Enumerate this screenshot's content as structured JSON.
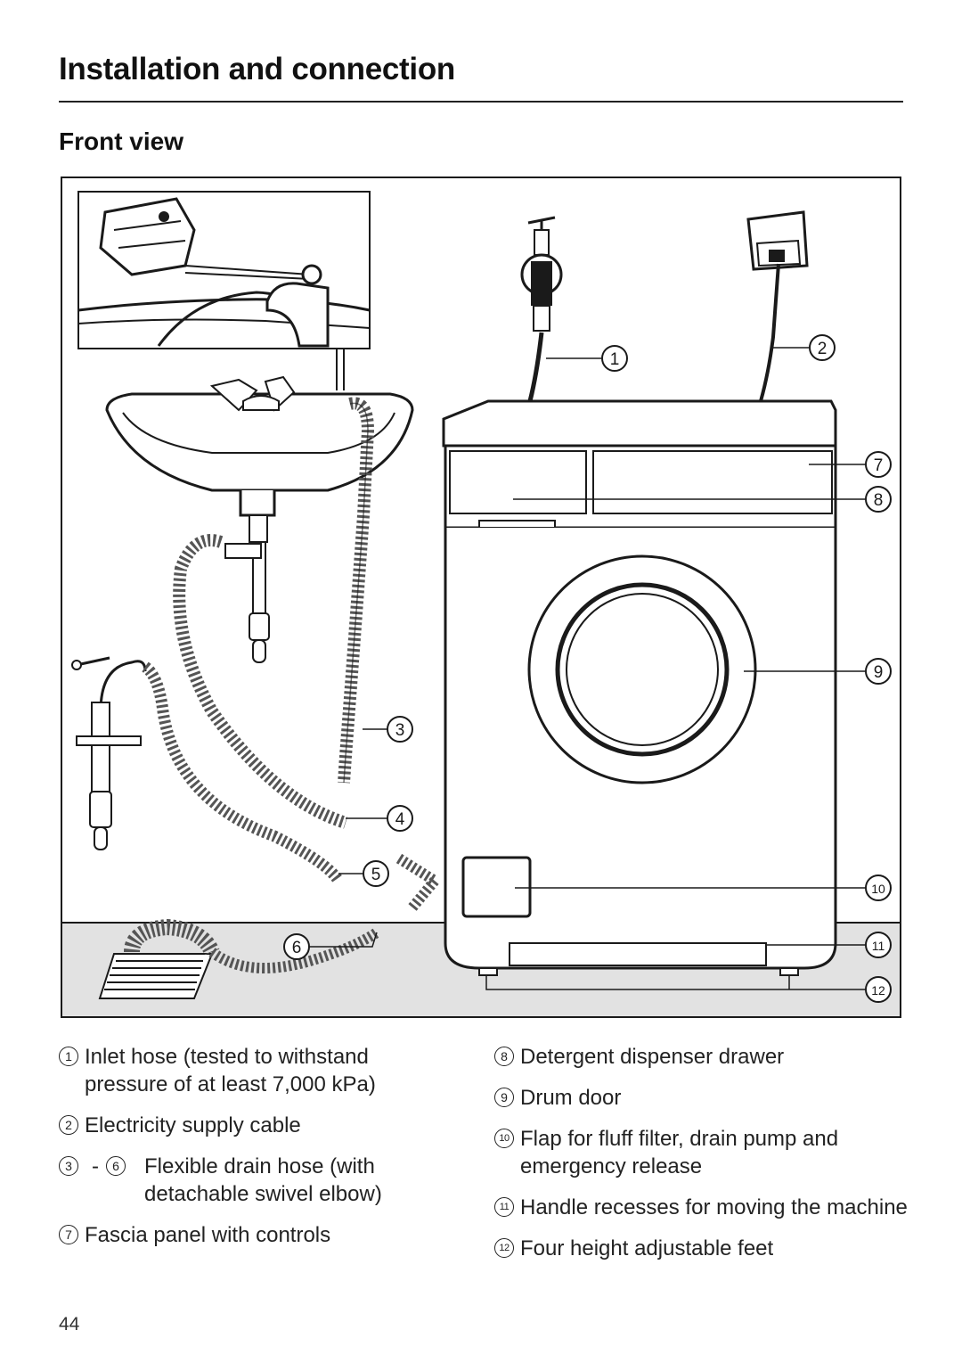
{
  "header": {
    "title": "Installation and connection",
    "section": "Front view"
  },
  "figure": {
    "callouts": [
      "1",
      "2",
      "3",
      "4",
      "5",
      "6",
      "7",
      "8",
      "9",
      "10",
      "11",
      "12"
    ]
  },
  "legend": {
    "left": [
      {
        "num": "1",
        "text": "Inlet hose (tested to withstand pressure of at least 7,000 kPa)"
      },
      {
        "num": "2",
        "text": "Electricity supply cable"
      },
      {
        "num_from": "3",
        "sep": "-",
        "num_to": "6",
        "text": "Flexible drain hose (with detachable swivel elbow)"
      },
      {
        "num": "7",
        "text": "Fascia panel with controls"
      }
    ],
    "right": [
      {
        "num": "8",
        "text": "Detergent dispenser drawer"
      },
      {
        "num": "9",
        "text": "Drum door"
      },
      {
        "num": "10",
        "text": "Flap for fluff filter, drain pump and emergency release"
      },
      {
        "num": "11",
        "text": "Handle recesses for moving the machine"
      },
      {
        "num": "12",
        "text": "Four height adjustable feet"
      }
    ]
  },
  "footer": {
    "page_number": "44"
  },
  "colors": {
    "line": "#1a1a1a",
    "floor": "#e2e2e2",
    "hose": "#555555"
  },
  "icons": [
    "tap-icon",
    "socket-icon",
    "washbasin-icon",
    "washing-machine-icon",
    "floor-drain-icon"
  ]
}
